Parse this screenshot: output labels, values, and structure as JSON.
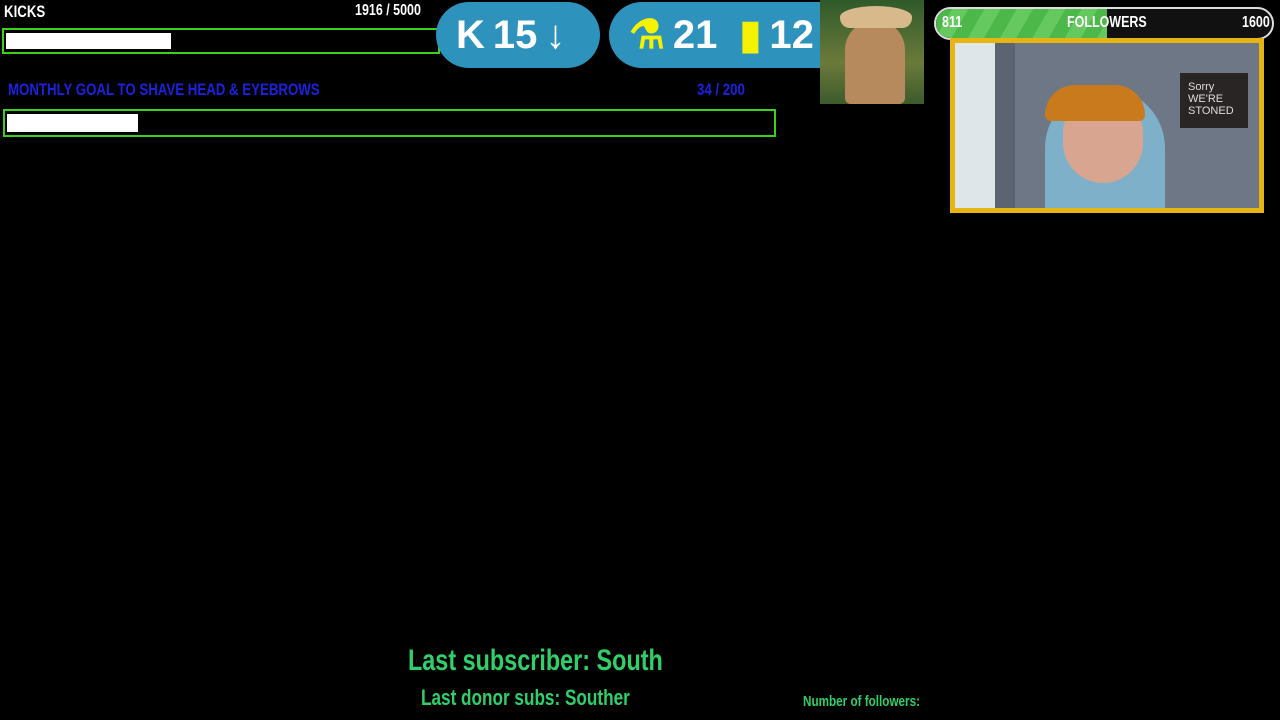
{
  "kicks": {
    "label": "KICKS",
    "current": "1916",
    "goal": "5000",
    "count_text": "1916  / 5000",
    "progress": 0.38
  },
  "goal": {
    "label": "MONTHLY GOAL TO SHAVE HEAD & EYEBROWS",
    "count_text": "34   / 200",
    "progress": 0.17
  },
  "stats": {
    "kick_count": "15",
    "trophy_count": "21",
    "chart_count": "12"
  },
  "followers": {
    "current": "811",
    "label": "FOLLOWERS",
    "goal": "1600",
    "progress": 0.51
  },
  "webcam": {
    "sign_text": "Sorry WE'RE STONED"
  },
  "footer": {
    "last_subscriber": "Last subscriber: South",
    "last_donor": "Last donor subs: Souther",
    "number_of_followers": "Number of followers:"
  }
}
